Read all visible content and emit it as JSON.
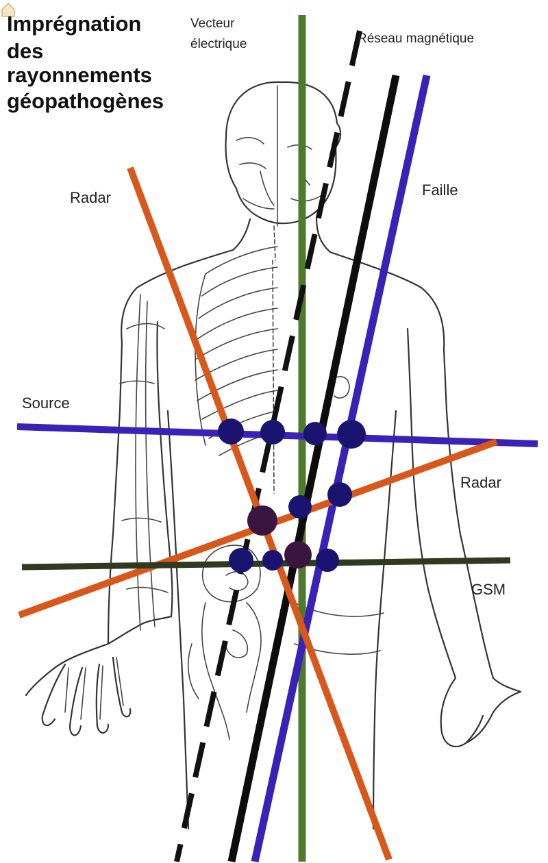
{
  "title": {
    "line1": "Imprégnation",
    "line2": "des",
    "line3": "rayonnements",
    "line4": "géopathogènes"
  },
  "labels": {
    "vecteur_line1": "Vecteur",
    "vecteur_line2": "électrique",
    "reseau": "Réseau magnétique",
    "radar_top": "Radar",
    "faille": "Faille",
    "source": "Source",
    "radar_right": "Radar",
    "gsm": "GSM"
  },
  "colors": {
    "vecteur": "#4f7a2e",
    "reseau": "#111111",
    "faille_black": "#0d0d0d",
    "faille_blue": "#3a22b8",
    "radar": "#d8581c",
    "source": "#3a22b8",
    "gsm": "#2f3a20",
    "node": "#1a1470",
    "node_dark": "#3a1540"
  },
  "icons": {
    "corner": "house-icon"
  }
}
